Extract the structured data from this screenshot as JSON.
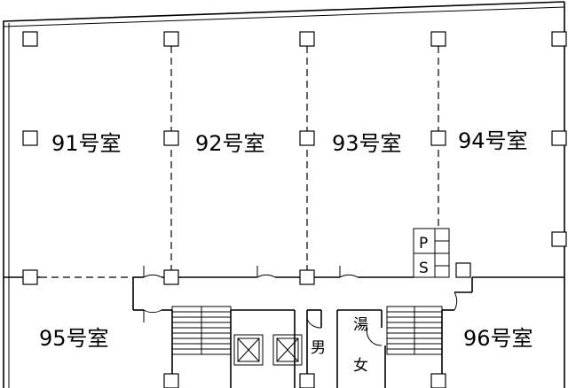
{
  "floorplan": {
    "rooms": {
      "r91": "91号室",
      "r92": "92号室",
      "r93": "93号室",
      "r94": "94号室",
      "r95": "95号室",
      "r96": "96号室"
    },
    "facilities": {
      "ps_p": "P",
      "ps_s": "S",
      "kitchenette": "湯",
      "mens_toilet": "男",
      "womens_toilet": "女"
    }
  }
}
